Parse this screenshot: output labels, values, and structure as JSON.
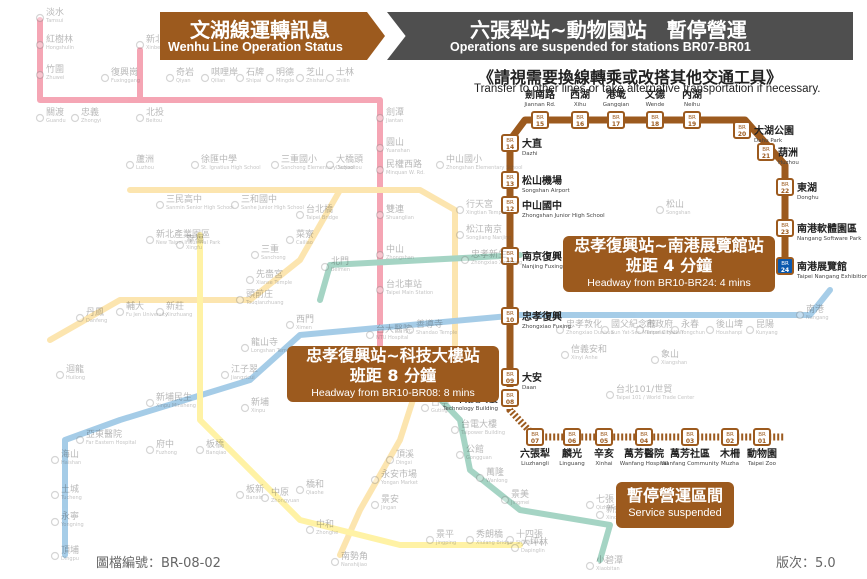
{
  "header": {
    "left_zh": "文湖線運轉訊息",
    "left_en": "Wenhu Line Operation Status",
    "right_zh": "六張犁站~動物園站　暫停營運",
    "right_en": "Operations are suspended for stations BR07-BR01"
  },
  "notice": {
    "zh": "《請視需要換線轉乘或改搭其他交通工具》",
    "en": "Transfer to other lines or take alternative transportation if necessary."
  },
  "callouts": {
    "east": {
      "zh1": "忠孝復興站~南港展覽館站",
      "zh2": "班距 4 分鐘",
      "en": "Headway from BR10-BR24: 4 mins"
    },
    "west": {
      "zh1": "忠孝復興站~科技大樓站",
      "zh2": "班距 8 分鐘",
      "en": "Headway from BR10-BR08: 8 mins"
    },
    "suspended": {
      "zh": "暫停營運區間",
      "en": "Service suspended"
    }
  },
  "footer": {
    "map_id": "圖檔編號：BR-08-02",
    "version": "版次：5.0"
  },
  "colors": {
    "brown": "#9c5a1e",
    "red": "#e3002c",
    "green": "#008659",
    "blue": "#0070bd",
    "orange": "#f8b61c",
    "yellow": "#ffdb00",
    "dark_header": "#4f4f4f",
    "nangang_blue": "#0a59ae"
  },
  "brown_line": [
    {
      "code": "BR 01",
      "zh": "動物園",
      "en": "Taipei Zoo"
    },
    {
      "code": "BR 02",
      "zh": "木柵",
      "en": "Muzha"
    },
    {
      "code": "BR 03",
      "zh": "萬芳社區",
      "en": "Wanfang Community"
    },
    {
      "code": "BR 04",
      "zh": "萬芳醫院",
      "en": "Wanfang Hospital"
    },
    {
      "code": "BR 05",
      "zh": "辛亥",
      "en": "Xinhai"
    },
    {
      "code": "BR 06",
      "zh": "麟光",
      "en": "Linguang"
    },
    {
      "code": "BR 07",
      "zh": "六張犁",
      "en": "Liuzhangli"
    },
    {
      "code": "BR 08",
      "zh": "科技大樓",
      "en": "Technology Building"
    },
    {
      "code": "BR 09",
      "zh": "大安",
      "en": "Daan"
    },
    {
      "code": "BR 10",
      "zh": "忠孝復興",
      "en": "Zhongxiao Fuxing"
    },
    {
      "code": "BR 11",
      "zh": "南京復興",
      "en": "Nanjing Fuxing"
    },
    {
      "code": "BR 12",
      "zh": "中山國中",
      "en": "Zhongshan Junior High School"
    },
    {
      "code": "BR 13",
      "zh": "松山機場",
      "en": "Songshan Airport"
    },
    {
      "code": "BR 14",
      "zh": "大直",
      "en": "Dazhi"
    },
    {
      "code": "BR 15",
      "zh": "劍南路",
      "en": "Jiannan Rd."
    },
    {
      "code": "BR 16",
      "zh": "西湖",
      "en": "Xihu"
    },
    {
      "code": "BR 17",
      "zh": "港墘",
      "en": "Gangqian"
    },
    {
      "code": "BR 18",
      "zh": "文德",
      "en": "Wende"
    },
    {
      "code": "BR 19",
      "zh": "內湖",
      "en": "Neihu"
    },
    {
      "code": "BR 20",
      "zh": "大湖公園",
      "en": "Dahu Park"
    },
    {
      "code": "BR 21",
      "zh": "葫洲",
      "en": "Huzhou"
    },
    {
      "code": "BR 22",
      "zh": "東湖",
      "en": "Donghu"
    },
    {
      "code": "BR 23",
      "zh": "南港軟體園區",
      "en": "Nangang Software Park"
    },
    {
      "code": "BR 24",
      "zh": "南港展覽館",
      "en": "Taipei Nangang Exhibition Center"
    }
  ],
  "other_stations": [
    {
      "zh": "淡水",
      "en": "Tamsui"
    },
    {
      "zh": "紅樹林",
      "en": "Hongshulin"
    },
    {
      "zh": "竹圍",
      "en": "Zhuwei"
    },
    {
      "zh": "關渡",
      "en": "Guandu"
    },
    {
      "zh": "忠義",
      "en": "Zhongyi"
    },
    {
      "zh": "新北投",
      "en": "Xinbeitou"
    },
    {
      "zh": "北投",
      "en": "Beitou"
    },
    {
      "zh": "復興崗",
      "en": "Fuxinggang"
    },
    {
      "zh": "奇岩",
      "en": "Qiyan"
    },
    {
      "zh": "唭哩岸",
      "en": "Qilian"
    },
    {
      "zh": "石牌",
      "en": "Shipai"
    },
    {
      "zh": "明德",
      "en": "Mingde"
    },
    {
      "zh": "芝山",
      "en": "Zhishan"
    },
    {
      "zh": "士林",
      "en": "Shilin"
    },
    {
      "zh": "劍潭",
      "en": "Jiantan"
    },
    {
      "zh": "圓山",
      "en": "Yuanshan"
    },
    {
      "zh": "民權西路",
      "en": "Minquan W. Rd."
    },
    {
      "zh": "雙連",
      "en": "Shuanglian"
    },
    {
      "zh": "中山",
      "en": "Zhongshan"
    },
    {
      "zh": "台北車站",
      "en": "Taipei Main Station"
    },
    {
      "zh": "台大醫院",
      "en": "NTU Hospital"
    },
    {
      "zh": "中正紀念堂",
      "en": "Chiang Kai-Shek Memorial Hall"
    },
    {
      "zh": "古亭",
      "en": "Guting"
    },
    {
      "zh": "台電大樓",
      "en": "Taipower Building"
    },
    {
      "zh": "公館",
      "en": "Gongguan"
    },
    {
      "zh": "萬隆",
      "en": "Wanlong"
    },
    {
      "zh": "景美",
      "en": "Jingmei"
    },
    {
      "zh": "大坪林",
      "en": "Dapinglin"
    },
    {
      "zh": "七張",
      "en": "Qizhang"
    },
    {
      "zh": "新店區公所",
      "en": "Xindian Dist. Office"
    },
    {
      "zh": "小碧潭",
      "en": "Xiaobitan"
    },
    {
      "zh": "蘆洲",
      "en": "Luzhou"
    },
    {
      "zh": "三民高中",
      "en": "Sanmin Senior High School"
    },
    {
      "zh": "徐匯中學",
      "en": "St. Ignatius High School"
    },
    {
      "zh": "三和國中",
      "en": "Sanhe Junior High School"
    },
    {
      "zh": "三重國小",
      "en": "Sanchong Elementary School"
    },
    {
      "zh": "大橋頭",
      "en": "Daqiaotou"
    },
    {
      "zh": "中山國小",
      "en": "Zhongshan Elementary School"
    },
    {
      "zh": "行天宮",
      "en": "Xingtian Temple"
    },
    {
      "zh": "松江南京",
      "en": "Songjiang Nanjing"
    },
    {
      "zh": "忠孝新生",
      "en": "Zhongxiao Xinsheng"
    },
    {
      "zh": "台北橋",
      "en": "Taipei Bridge"
    },
    {
      "zh": "菜寮",
      "en": "Cailiao"
    },
    {
      "zh": "三重",
      "en": "Sanchong"
    },
    {
      "zh": "先嗇宮",
      "en": "Xianse Temple"
    },
    {
      "zh": "頭前庄",
      "en": "Touqianzhuang"
    },
    {
      "zh": "新北產業園區",
      "en": "New Taipei Industrial Park"
    },
    {
      "zh": "幸福",
      "en": "Xingfu"
    },
    {
      "zh": "輔大",
      "en": "Fu Jen University"
    },
    {
      "zh": "新莊",
      "en": "Xinzhuang"
    },
    {
      "zh": "丹鳳",
      "en": "Danfeng"
    },
    {
      "zh": "迴龍",
      "en": "Huilong"
    },
    {
      "zh": "北門",
      "en": "Beimen"
    },
    {
      "zh": "西門",
      "en": "Ximen"
    },
    {
      "zh": "龍山寺",
      "en": "Longshan Temple"
    },
    {
      "zh": "江子翠",
      "en": "Jiangzicui"
    },
    {
      "zh": "新埔",
      "en": "Xinpu"
    },
    {
      "zh": "新埔民生",
      "en": "Xinpu Minsheng"
    },
    {
      "zh": "板橋",
      "en": "Banqiao"
    },
    {
      "zh": "府中",
      "en": "Fuzhong"
    },
    {
      "zh": "亞東醫院",
      "en": "Far Eastern Hospital"
    },
    {
      "zh": "海山",
      "en": "Haishan"
    },
    {
      "zh": "土城",
      "en": "Tucheng"
    },
    {
      "zh": "永寧",
      "en": "Yongning"
    },
    {
      "zh": "頂埔",
      "en": "Dingpu"
    },
    {
      "zh": "善導寺",
      "en": "Shandao Temple"
    },
    {
      "zh": "忠孝敦化",
      "en": "Zhongxiao Dunhua"
    },
    {
      "zh": "國父紀念館",
      "en": "Sun Yat-Sen Memorial Hall"
    },
    {
      "zh": "市政府",
      "en": "Taipei City Hall"
    },
    {
      "zh": "永春",
      "en": "Yongchun"
    },
    {
      "zh": "後山埤",
      "en": "Houshanpi"
    },
    {
      "zh": "昆陽",
      "en": "Kunyang"
    },
    {
      "zh": "南港",
      "en": "Nangang"
    },
    {
      "zh": "信義安和",
      "en": "Xinyi Anhe"
    },
    {
      "zh": "台北101/世貿",
      "en": "Taipei 101 / World Trade Center"
    },
    {
      "zh": "象山",
      "en": "Xiangshan"
    },
    {
      "zh": "板新",
      "en": "Banxin"
    },
    {
      "zh": "中原",
      "en": "Zhongyuan"
    },
    {
      "zh": "橋和",
      "en": "Qiaohe"
    },
    {
      "zh": "中和",
      "en": "Zhonghe"
    },
    {
      "zh": "頂溪",
      "en": "Dingxi"
    },
    {
      "zh": "永安市場",
      "en": "Yongan Market"
    },
    {
      "zh": "景安",
      "en": "Jingan"
    },
    {
      "zh": "景平",
      "en": "Jingping"
    },
    {
      "zh": "秀朗橋",
      "en": "Xiulang Bridge"
    },
    {
      "zh": "十四張",
      "en": "Shisizhang"
    },
    {
      "zh": "南勢角",
      "en": "Nanshijiao"
    },
    {
      "zh": "松山",
      "en": "Songshan"
    }
  ]
}
